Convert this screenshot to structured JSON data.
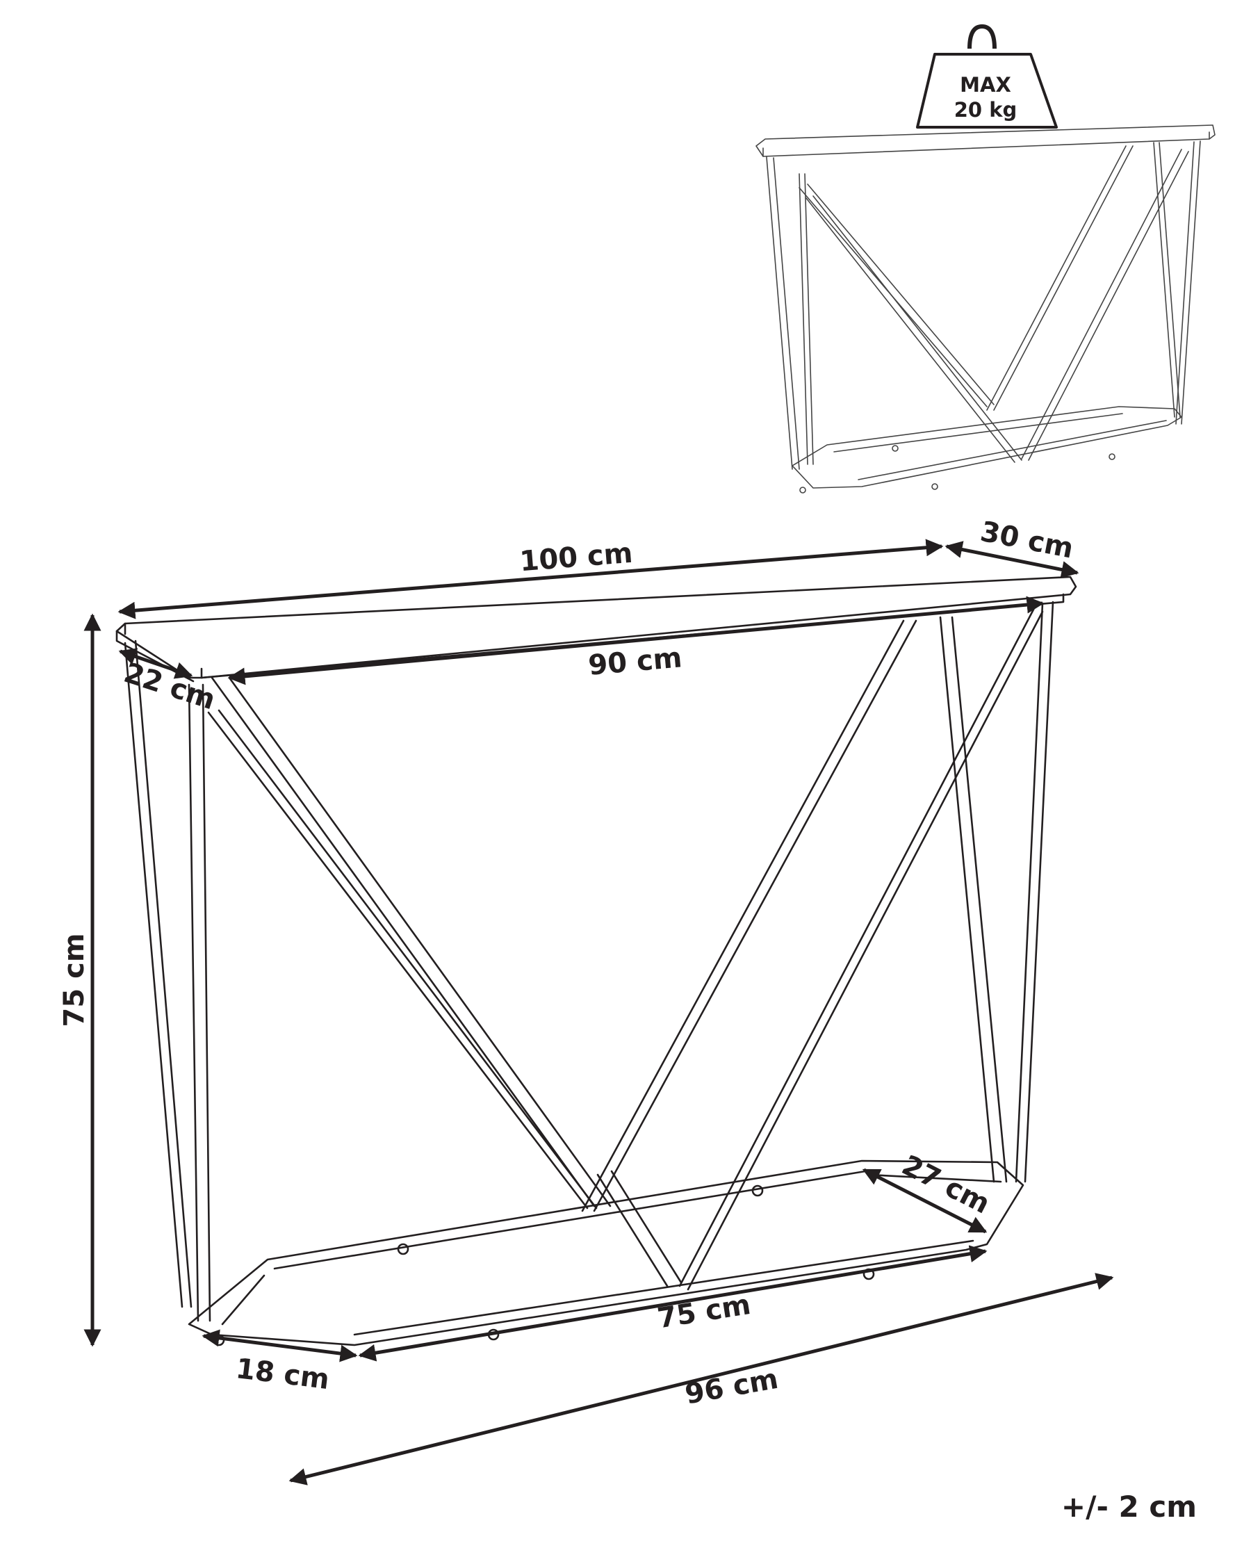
{
  "weight_badge": {
    "line1": "MAX",
    "line2": "20 kg"
  },
  "dimensions": {
    "top_length": "100 cm",
    "top_depth": "30 cm",
    "inner_length": "90 cm",
    "side_depth": "22 cm",
    "height": "75 cm",
    "base_depth": "27 cm",
    "base_inner_length": "75 cm",
    "base_side": "18 cm",
    "base_length": "96 cm"
  },
  "tolerance": "+/- 2 cm",
  "colors": {
    "line": "#231f20",
    "background": "#ffffff"
  }
}
